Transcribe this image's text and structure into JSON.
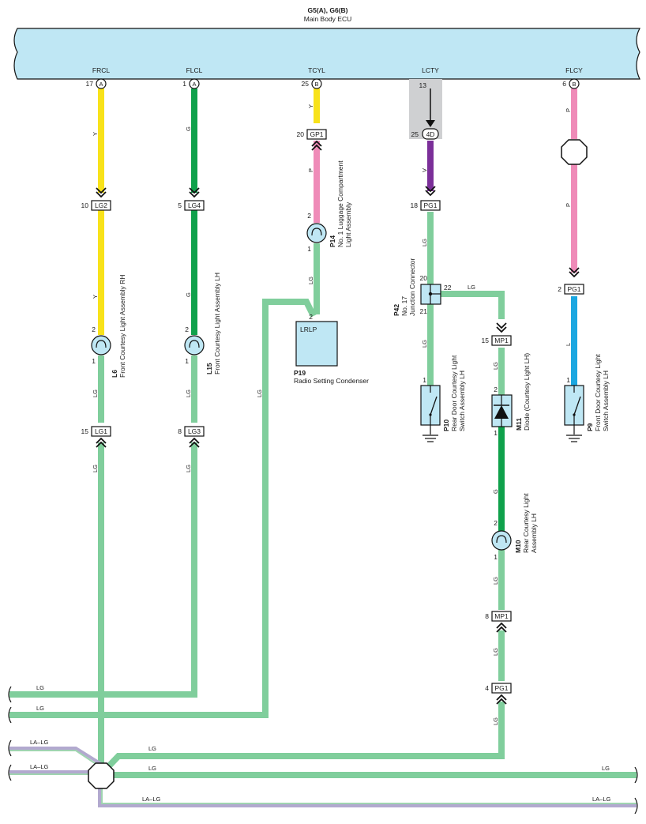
{
  "ecu": {
    "code": "G5(A), G6(B)",
    "name": "Main Body ECU"
  },
  "colors": {
    "Y": "#f8e21a",
    "G": "#0fa14b",
    "LG": "#80ce9c",
    "P": "#ef8bb8",
    "V": "#7b2f99",
    "L": "#1ba7e1",
    "ecu_fill": "#bfe7f4",
    "la_lg_a": "#b2a9cf",
    "la_lg_b": "#9fd4b0"
  },
  "pins": [
    {
      "name": "FRCL",
      "num": "17",
      "conn": "A"
    },
    {
      "name": "FLCL",
      "num": "1",
      "conn": "A"
    },
    {
      "name": "TCYL",
      "num": "25",
      "conn": "B"
    },
    {
      "name": "LCTY",
      "num": "13",
      "conn": ""
    },
    {
      "name": "FLCY",
      "num": "6",
      "conn": "B"
    }
  ],
  "connectors": [
    {
      "id": "LG2",
      "pin": "10"
    },
    {
      "id": "LG4",
      "pin": "5"
    },
    {
      "id": "GP1",
      "pin": "20"
    },
    {
      "id": "4D",
      "pin": "25"
    },
    {
      "id": "PG1",
      "pin": "18"
    },
    {
      "id": "PG1",
      "pin": "2"
    },
    {
      "id": "LG1",
      "pin": "15"
    },
    {
      "id": "LG3",
      "pin": "8"
    },
    {
      "id": "MP1",
      "pin": "15"
    },
    {
      "id": "MP1",
      "pin": "8"
    },
    {
      "id": "PG1",
      "pin": "4"
    }
  ],
  "wire_labels": {
    "y": "Y",
    "g": "G",
    "lg": "LG",
    "p": "P",
    "v": "V",
    "l": "L",
    "la_lg": "LA–LG"
  },
  "pin_numbers": [
    "1",
    "2",
    "20",
    "21",
    "22"
  ],
  "components": {
    "l6": {
      "code": "L6",
      "name": "Front Courtesy Light Assembly RH"
    },
    "l15": {
      "code": "L15",
      "name": "Front Courtesy Light Assembly LH"
    },
    "p14": {
      "code": "P14",
      "name_1": "No. 1 Luggage Compartment",
      "name_2": "Light Assembly"
    },
    "p19": {
      "code": "P19",
      "name": "Radio Setting Condenser",
      "inner": "LRLP"
    },
    "p42": {
      "code": "P42",
      "name_1": "No. 17",
      "name_2": "Junction Connector"
    },
    "p10": {
      "code": "P10",
      "name_1": "Rear Door Courtesy Light",
      "name_2": "Switch Assembly LH"
    },
    "m11": {
      "code": "M11",
      "name": "Diode (Courtesy Light LH)"
    },
    "m10": {
      "code": "M10",
      "name_1": "Rear Courtesy Light",
      "name_2": "Assembly LH"
    },
    "p9": {
      "code": "P9",
      "name_1": "Front Door Courtesy Light",
      "name_2": "Switch Assembly LH"
    }
  }
}
